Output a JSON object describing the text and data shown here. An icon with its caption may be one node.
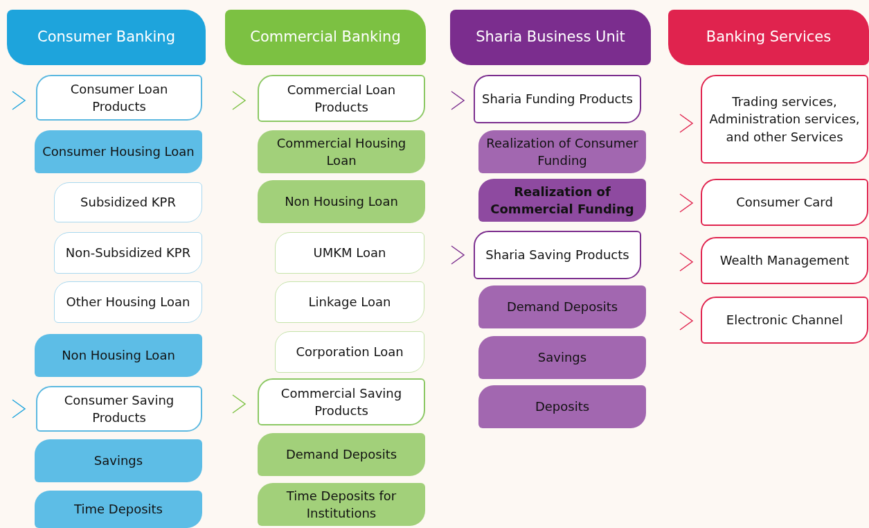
{
  "diagram": {
    "nodes": [
      {
        "text": [
          "Consumer Banking"
        ]
      },
      {
        "text": [
          "Consumer Loan Products"
        ]
      },
      {
        "text": [
          "Consumer Housing Loan"
        ]
      },
      {
        "text": [
          "Subsidized KPR"
        ]
      },
      {
        "text": [
          "Non-Subsidized KPR"
        ]
      },
      {
        "text": [
          "Other Housing Loan"
        ]
      },
      {
        "text": [
          "Non Housing Loan"
        ]
      },
      {
        "text": [
          "Consumer Saving Products"
        ]
      },
      {
        "text": [
          "Savings"
        ]
      },
      {
        "text": [
          "Time Deposits"
        ]
      },
      {
        "text": [
          "Commercial Banking"
        ]
      },
      {
        "text": [
          "Commercial Loan Products"
        ]
      },
      {
        "text": [
          "Commercial Housing Loan"
        ]
      },
      {
        "text": [
          "Non Housing Loan"
        ]
      },
      {
        "text": [
          "UMKM Loan"
        ]
      },
      {
        "text": [
          "Linkage Loan"
        ]
      },
      {
        "text": [
          "Corporation Loan"
        ]
      },
      {
        "text": [
          "Commercial Saving Products"
        ]
      },
      {
        "text": [
          "Demand Deposits"
        ]
      },
      {
        "text": [
          "Time Deposits for Institutions"
        ]
      },
      {
        "text": [
          "Sharia Business Unit"
        ]
      },
      {
        "text": [
          "Sharia Funding Products"
        ]
      },
      {
        "text": [
          "Realization of Consumer Funding"
        ]
      },
      {
        "text": [
          "Realization of Commercial Funding"
        ]
      },
      {
        "text": [
          "Sharia Saving Products"
        ]
      },
      {
        "text": [
          "Demand Deposits"
        ]
      },
      {
        "text": [
          "Savings"
        ]
      },
      {
        "text": [
          "Deposits"
        ]
      },
      {
        "text": [
          "Banking Services"
        ]
      },
      {
        "text": [
          "Trading services, Administration services, and other Services"
        ]
      },
      {
        "text": [
          "Consumer Card"
        ]
      },
      {
        "text": [
          "Wealth Management"
        ]
      },
      {
        "text": [
          "Electronic Channel"
        ]
      }
    ]
  }
}
